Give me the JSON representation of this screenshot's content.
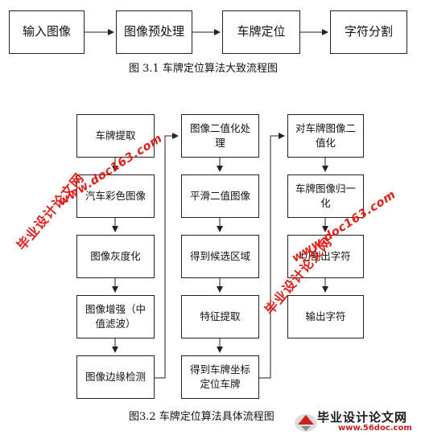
{
  "figure1": {
    "nodes": [
      "输入图像",
      "图像预处理",
      "车牌定位",
      "字符分割"
    ],
    "caption": "图 3.1  车牌定位算法大致流程图"
  },
  "figure2": {
    "column1": [
      "车牌提取",
      "汽车彩色图像",
      "图像灰度化",
      "图像增强（中值滤波）",
      "图像边缘检测"
    ],
    "column2": [
      "图像二值化处理",
      "平滑二值图像",
      "得到候选区域",
      "特征提取",
      "得到车牌坐标定位车牌"
    ],
    "column3": [
      "对车牌图像二值化",
      "车牌图像归一化",
      "切割出字符",
      "输出字符"
    ],
    "caption": "图3.2  车牌定位算法具体流程图"
  },
  "watermarks": {
    "site_name": "毕业设计论文网",
    "site_url": "www.doc163.com"
  },
  "logo": {
    "title": "毕业设计论文网",
    "url": "www.56doc.com"
  },
  "colors": {
    "watermark": "#e0201a",
    "line": "#222222"
  }
}
